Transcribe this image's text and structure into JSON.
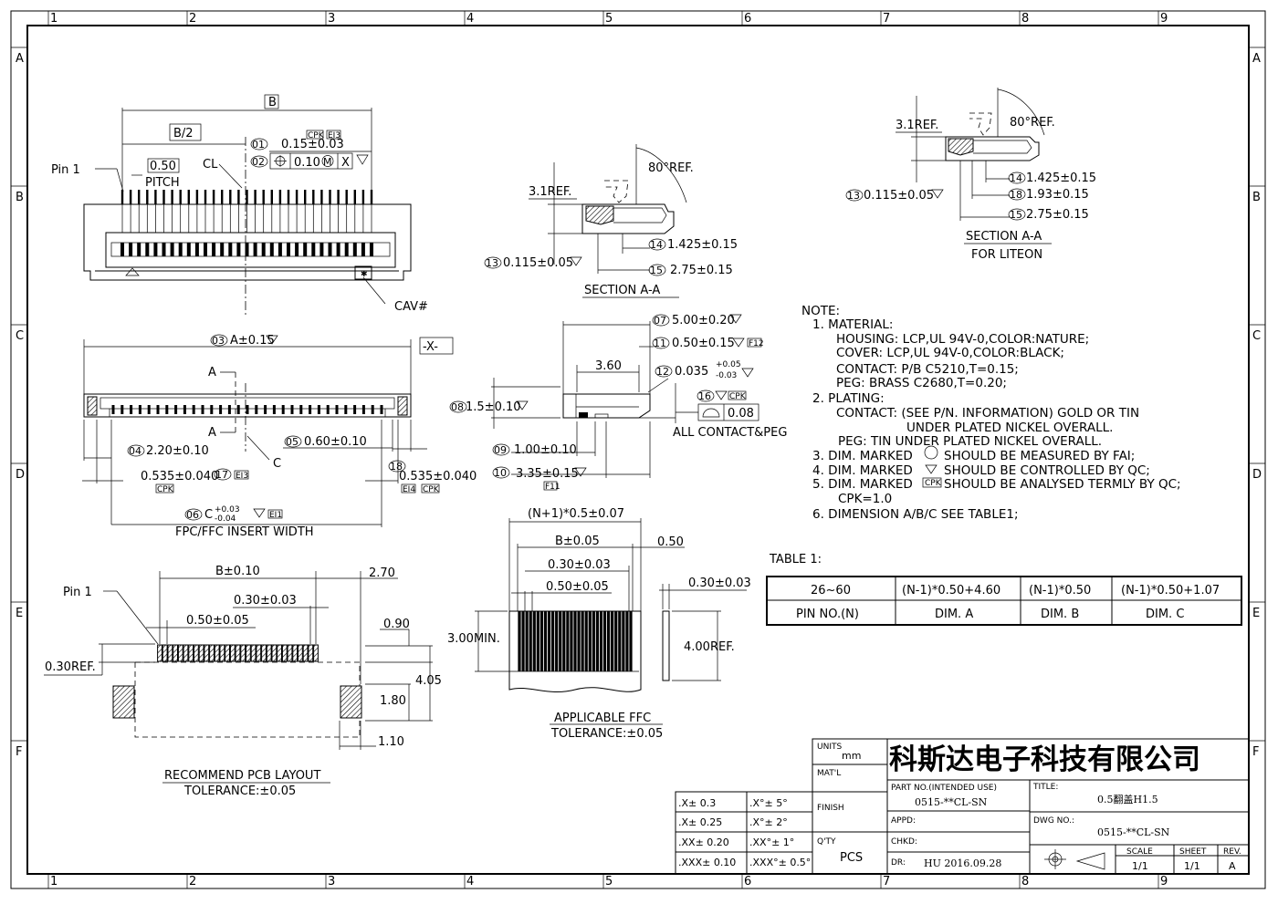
{
  "border": {
    "cols_top": [
      "1",
      "2",
      "3",
      "4",
      "5",
      "6",
      "7",
      "8",
      "9"
    ],
    "cols_bottom": [
      "1",
      "2",
      "3",
      "4",
      "5",
      "6",
      "7",
      "8",
      "9"
    ],
    "rows": [
      "A",
      "B",
      "C",
      "D",
      "E",
      "F"
    ]
  },
  "views": {
    "top": {
      "dim_b": "B",
      "dim_b2": "B/2",
      "pitch_val": "0.50",
      "pitch": "PITCH",
      "pin1": "Pin  1",
      "cl": "CL",
      "d01_tag": "01",
      "d01": "0.15±0.03",
      "d02_tag": "02",
      "d02_tol": "0.10",
      "d02_m": "M",
      "d02_x": "X",
      "cpk": "CPK",
      "e13": "EI3",
      "cav": "CAV#"
    },
    "front": {
      "d03_tag": "03",
      "d03": "A±0.15",
      "datum_x": "-X-",
      "a1": "A",
      "a2": "A",
      "cl": "C",
      "d04_tag": "04",
      "d04": "2.20±0.10",
      "d05_tag": "05",
      "d05": "0.60±0.10",
      "d17_tag": "17",
      "d17": "0.535±0.040",
      "e13": "EI3",
      "cpk": "CPK",
      "d18_tag": "18",
      "d18": "0.535±0.040",
      "e14": "EI4",
      "cpk2": "CPK",
      "d06_tag": "06",
      "d06": "C",
      "d06_up": "+0.03",
      "d06_dn": "-0.04",
      "e11": "EI1",
      "insert": "FPC/FFC INSERT  WIDTH"
    },
    "section": {
      "ref31": "3.1REF.",
      "ang": "80°REF.",
      "d13_tag": "13",
      "d13": "0.115±0.05",
      "d14_tag": "14",
      "d14": "1.425±0.15",
      "d15_tag": "15",
      "d15": "2.75±0.15",
      "title": "SECTION  A-A"
    },
    "section_liteon": {
      "ref31": "3.1REF.",
      "ang": "80°REF.",
      "d13_tag": "13",
      "d13": "0.115±0.05",
      "d14_tag": "14",
      "d14": "1.425±0.15",
      "d18_tag": "18",
      "d18": "1.93±0.15",
      "d15_tag": "15",
      "d15": "2.75±0.15",
      "title": "SECTION  A-A",
      "sub": "FOR  LITEON"
    },
    "side": {
      "d07_tag": "07",
      "d07": "5.00±0.20",
      "d11_tag": "11",
      "d11": "0.50±0.15",
      "f12": "F12",
      "d12_tag": "12",
      "d12": "0.035",
      "d12_up": "+0.05",
      "d12_dn": "-0.03",
      "d360": "3.60",
      "d08_tag": "08",
      "d08": "1.5±0.10",
      "d16_tag": "16",
      "cpk": "CPK",
      "flat": "0.08",
      "allc": "ALL  CONTACT&PEG",
      "d09_tag": "09",
      "d09": "1.00±0.10",
      "d10_tag": "10",
      "d10": "3.35±0.15",
      "f11": "F11"
    },
    "pcb": {
      "pin1": "Pin  1",
      "b": "B±0.10",
      "d270": "2.70",
      "d030": "0.30±0.03",
      "d050": "0.50±0.05",
      "d090": "0.90",
      "ref030": "0.30REF.",
      "d405": "4.05",
      "d180": "1.80",
      "d110": "1.10",
      "title": "RECOMMEND  PCB  LAYOUT",
      "tol": "TOLERANCE:±0.05"
    },
    "ffc": {
      "n1": "(N+1)*0.5±0.07",
      "b": "B±0.05",
      "d050": "0.50",
      "d030": "0.30±0.03",
      "d050b": "0.50±0.05",
      "d030b": "0.30±0.03",
      "min300": "3.00MIN.",
      "ref400": "4.00REF.",
      "title": "APPLICABLE  FFC",
      "tol": "TOLERANCE:±0.05"
    }
  },
  "notes": [
    "NOTE:",
    "1. MATERIAL:",
    "HOUSING:  LCP,UL  94V-0,COLOR:NATURE;",
    "COVER:  LCP,UL  94V-0,COLOR:BLACK;",
    "CONTACT:  P/B  C5210,T=0.15;",
    "PEG:  BRASS  C2680,T=0.20;",
    "2. PLATING:",
    "CONTACT:  (SEE  P/N.  INFORMATION)  GOLD  OR  TIN",
    "UNDER  PLATED  NICKEL  OVERALL.",
    "PEG:  TIN  UNDER  PLATED  NICKEL  OVERALL.",
    "3.  DIM.  MARKED",
    "SHOULD  BE  MEASURED  BY  FAI;",
    "4.  DIM.  MARKED",
    "SHOULD  BE  CONTROLLED  BY  QC;",
    "5.  DIM.  MARKED",
    "SHOULD  BE  ANALYSED  TERMLY  BY  QC;",
    "CPK=1.0",
    "6. DIMENSION  A/B/C  SEE  TABLE1;",
    "CPK"
  ],
  "table1": {
    "title": "TABLE  1:",
    "r1": [
      "26~60",
      "(N-1)*0.50+4.60",
      "(N-1)*0.50",
      "(N-1)*0.50+1.07"
    ],
    "r2": [
      "PIN  NO.(N)",
      "DIM.  A",
      "DIM.  B",
      "DIM.  C"
    ]
  },
  "title_block": {
    "tol": [
      [
        ".X± 0.3",
        ".X°± 5°"
      ],
      [
        ".X± 0.25",
        ".X°± 2°"
      ],
      [
        ".XX± 0.20",
        ".XX°± 1°"
      ],
      [
        ".XXX± 0.10",
        ".XXX°± 0.5°"
      ]
    ],
    "units_label": "UNITS",
    "units": "mm",
    "matl": "MAT'L",
    "finish": "FINISH",
    "qty": "Q'TY",
    "pcs": "PCS",
    "company": "科斯达电子科技有限公司",
    "partno_label": "PART NO.(INTENDED USE)",
    "partno": "0515-**CL-SN",
    "appd": "APPD:",
    "chkd": "CHKD:",
    "dr": "DR:",
    "dr_val": "HU  2016.09.28",
    "title_label": "TITLE:",
    "title": "0.5翻盖H1.5",
    "dwg_label": "DWG NO.:",
    "dwg": "0515-**CL-SN",
    "scale_label": "SCALE",
    "scale": "1/1",
    "sheet_label": "SHEET",
    "sheet": "1/1",
    "rev_label": "REV.",
    "rev": "A"
  }
}
